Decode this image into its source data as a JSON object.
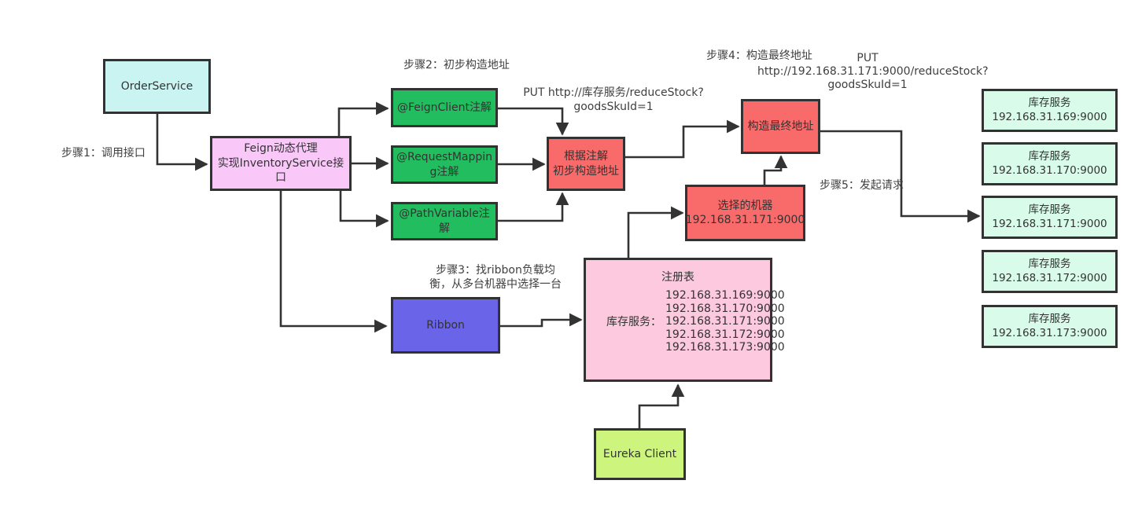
{
  "colors": {
    "order_service_fill": "#c9f4f2",
    "feign_proxy_fill": "#f9c7f8",
    "annotation_fill": "#22bd5e",
    "red_step_fill": "#f96a6a",
    "ribbon_fill": "#6a64e8",
    "registry_fill": "#fcc9de",
    "eureka_fill": "#cdf57d",
    "inventory_fill": "#d9fbe9",
    "border": "#323232",
    "line": "#333333"
  },
  "nodes": {
    "order_service": "OrderService",
    "feign_proxy": "Feign动态代理\n实现InventoryService接口",
    "feign_client": "@FeignClient注解",
    "request_mapping": "@RequestMapping注解",
    "path_variable": "@PathVariable注解",
    "build_preliminary": "根据注解\n初步构造地址",
    "build_final": "构造最终地址",
    "selected_machine": "选择的机器\n192.168.31.171:9000",
    "ribbon": "Ribbon",
    "eureka_client": "Eureka Client"
  },
  "registry": {
    "title": "注册表",
    "service_label": "库存服务：",
    "ips": [
      "192.168.31.169:9000",
      "192.168.31.170:9000",
      "192.168.31.171:9000",
      "192.168.31.172:9000",
      "192.168.31.173:9000"
    ]
  },
  "inventory_services": [
    {
      "name": "库存服务",
      "ip": "192.168.31.169:9000"
    },
    {
      "name": "库存服务",
      "ip": "192.168.31.170:9000"
    },
    {
      "name": "库存服务",
      "ip": "192.168.31.171:9000"
    },
    {
      "name": "库存服务",
      "ip": "192.168.31.172:9000"
    },
    {
      "name": "库存服务",
      "ip": "192.168.31.173:9000"
    }
  ],
  "steps": {
    "step1": "步骤1：调用接口",
    "step2": "步骤2：初步构造地址",
    "step3": "步骤3：找ribbon负载均\n衡，从多台机器中选择一台",
    "step4": "步骤4：构造最终地址",
    "step5": "步骤5：发起请求"
  },
  "annotations": {
    "preliminary_url": "PUT http://库存服务/reduceStock?\ngoodsSkuId=1",
    "final_url": "PUT\nhttp://192.168.31.171:9000/reduceStock?\ngoodsSkuId=1"
  }
}
